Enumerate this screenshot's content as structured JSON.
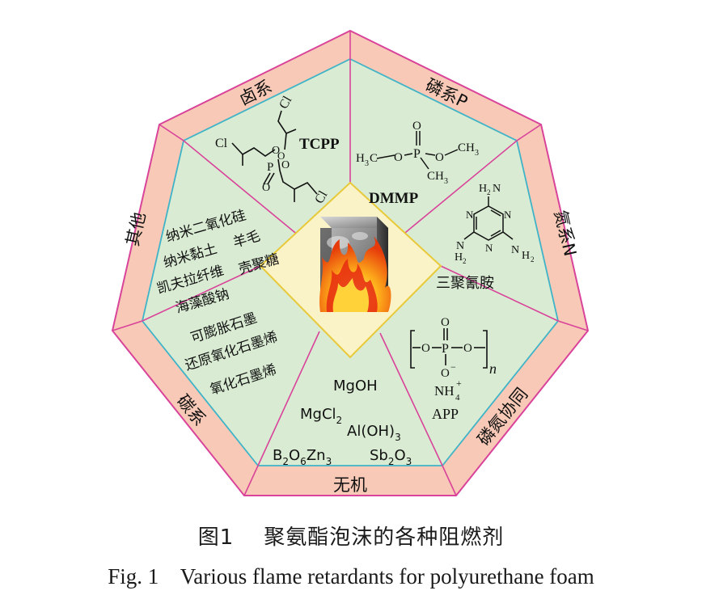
{
  "colors": {
    "outer_band": "#f7c9b6",
    "inner_panel": "#d9ecd3",
    "border_magenta": "#d9439a",
    "border_cyan": "#3fb3c8",
    "center_fill": "#fbf3c8"
  },
  "sectors": {
    "halogen": {
      "title": "卤系",
      "compound": "TCPP",
      "atoms": [
        "Cl",
        "Cl",
        "Cl",
        "O",
        "O",
        "O",
        "P",
        "O"
      ]
    },
    "phosphorus": {
      "title": "磷系P",
      "compound": "DMMP",
      "atoms": [
        "O",
        "H",
        "3",
        "C",
        "O",
        "P",
        "O",
        "CH",
        "3",
        "CH",
        "3"
      ]
    },
    "nitrogen": {
      "title": "氮系N",
      "compound": "三聚氰胺",
      "atoms": [
        "H",
        "2",
        "N",
        "N",
        "N",
        "N",
        "N",
        "H",
        "2",
        "N",
        "H",
        "2"
      ]
    },
    "p_n_synergy": {
      "title": "磷氮协同",
      "compound": "APP",
      "atoms": [
        "O",
        "O",
        "P",
        "O",
        "O",
        "−",
        "n",
        "NH",
        "4",
        "+"
      ]
    },
    "inorganic": {
      "title": "无机",
      "items": [
        {
          "base": "MgOH",
          "sub": ""
        },
        {
          "base": "MgCl",
          "sub": "2"
        },
        {
          "base": "Al(OH)",
          "sub": "3"
        },
        {
          "base": "B",
          "sub": "2",
          "base2": "O",
          "sub2": "6",
          "base3": "Zn",
          "sub3": "3"
        },
        {
          "base": "Sb",
          "sub": "2",
          "base2": "O",
          "sub2": "3"
        }
      ]
    },
    "carbon": {
      "title": "碳系",
      "items": [
        "可膨胀石墨",
        "还原氧化石墨烯",
        "氧化石墨烯"
      ]
    },
    "other": {
      "title": "其他",
      "items": [
        "纳米二氧化硅",
        "纳米黏土",
        "羊毛",
        "凯夫拉纤维",
        "壳聚糖",
        "海藻酸钠"
      ]
    }
  },
  "caption": {
    "cn_num": "图1",
    "cn_text": "聚氨酯泡沫的各种阻燃剂",
    "en_num": "Fig. 1",
    "en_text": "Various flame retardants for polyurethane foam"
  }
}
